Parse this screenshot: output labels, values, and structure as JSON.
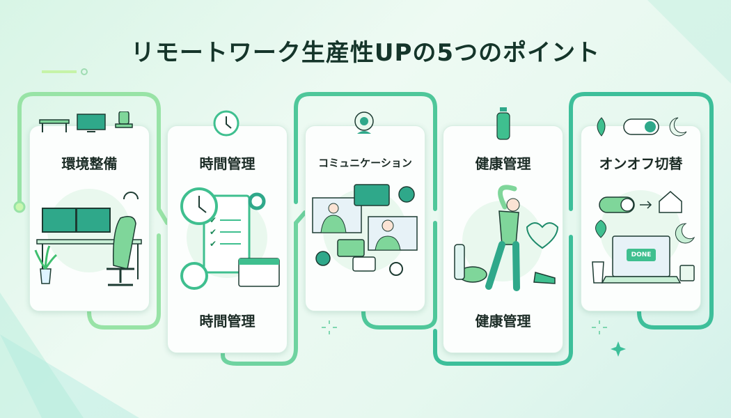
{
  "title": "リモートワーク生産性UPの5つのポイント",
  "colors": {
    "accent": "#3fbf8f",
    "light": "#8fe0a8",
    "dark": "#1f8a6a",
    "text": "#15352a"
  },
  "cards": [
    {
      "title": "環境整備",
      "icons": [
        "desk-icon",
        "monitor-icon",
        "office-chair-icon"
      ],
      "illustration": "desk-setup"
    },
    {
      "title": "時間管理",
      "footer": "時間管理",
      "icons": [
        "clock-icon"
      ],
      "illustration": "clock-checklist-calendar"
    },
    {
      "title": "コミュニケーション",
      "icons": [
        "webcam-icon"
      ],
      "illustration": "video-call"
    },
    {
      "title": "健康管理",
      "footer": "健康管理",
      "icons": [
        "water-bottle-icon"
      ],
      "illustration": "stretching"
    },
    {
      "title": "オンオフ切替",
      "icons": [
        "leaf-icon",
        "toggle-icon",
        "moon-icon"
      ],
      "illustration": "laptop-done",
      "button_label": "DONE"
    }
  ]
}
